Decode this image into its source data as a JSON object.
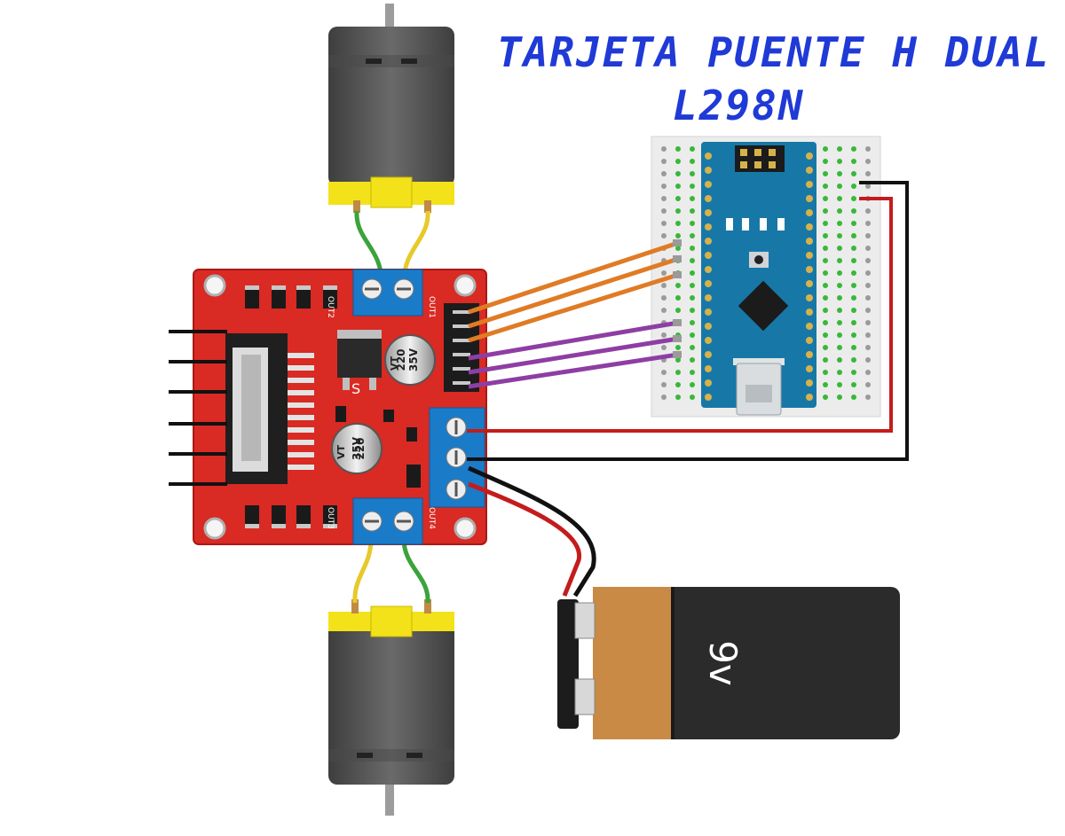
{
  "title": {
    "line1": "TARJETA PUENTE H DUAL",
    "line2": "L298N"
  },
  "board": {
    "cap1_value": "220",
    "cap1_voltage": "35V",
    "cap1_type": "VT",
    "cap2_value": "220",
    "cap2_voltage": "35V",
    "cap2_type": "VT",
    "out1_label": "OUT1",
    "out2_label": "OUT2",
    "out3_label": "OUT3",
    "out4_label": "OUT4",
    "reg_label": "S"
  },
  "battery": {
    "label": "9v"
  },
  "colors": {
    "title": "#1f3ad6",
    "board": "#d92a23",
    "terminal": "#1a7bc9",
    "arduino": "#1778a8",
    "orange_wire": "#e07b25",
    "purple_wire": "#8e3ea3",
    "red_wire": "#c41c1c",
    "black_wire": "#111111",
    "green_wire": "#3ba33b",
    "yellow_wire": "#e7c92a",
    "motor_body": "#5a5a5a",
    "motor_cap": "#f3e21a",
    "battery_copper": "#c98a45",
    "battery_black": "#2b2b2b"
  }
}
